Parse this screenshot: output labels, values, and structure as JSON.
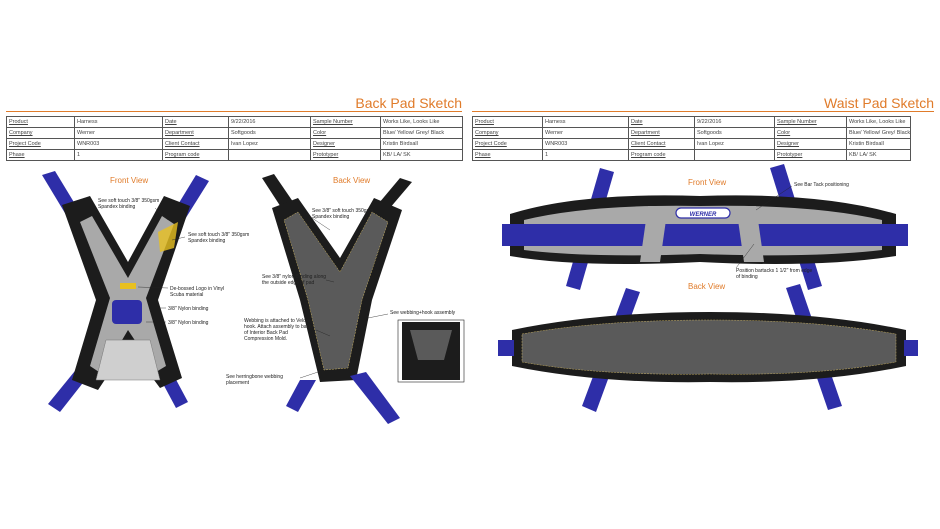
{
  "back_pad": {
    "title": "Back Pad Sketch",
    "rows": [
      [
        "Product",
        "Harness",
        "Date",
        "9/22/2016",
        "Sample Number",
        "Works Like, Looks Like"
      ],
      [
        "Company",
        "Werner",
        "Department",
        "Softgoods",
        "Color",
        "Blue/ Yellow/ Grey/ Black"
      ],
      [
        "Project Code",
        "WNR003",
        "Client Contact",
        "Ivan Lopez",
        "Designer",
        "Kristin Birdsall"
      ],
      [
        "Phase",
        "1",
        "Program code",
        "",
        "Prototyper",
        "KB/ LA/ SK"
      ]
    ],
    "front_view_label": "Front View",
    "back_view_label": "Back View",
    "notes": {
      "soft_touch_a": "See soft touch 3/8\" 350gsm Spandex binding",
      "soft_touch_b": "See soft touch 3/8\" 350gsm Spandex binding",
      "debossed_logo": "De-bossed Logo in Vinyl Scuba material",
      "nylon_a": "3/8\" Nylon binding",
      "nylon_b": "3/8\" Nylon binding",
      "soft_touch_back": "See 3/8\" soft touch 350gsm Spandex binding",
      "nylon_edge": "See 3/8\" nylon Binding along the outside edge of pad",
      "webbing_hook": "See webbing+hook assembly",
      "webbing_velcro": "Webbing is attached to Velcro hook. Attach assembly to back of Interior Back Pad Compression Mold.",
      "herringbone": "See herringbone webbing placement"
    }
  },
  "waist_pad": {
    "title": "Waist Pad Sketch",
    "rows": [
      [
        "Product",
        "Harness",
        "Date",
        "9/22/2016",
        "Sample Number",
        "Works Like, Looks Like"
      ],
      [
        "Company",
        "Werner",
        "Department",
        "Softgoods",
        "Color",
        "Blue/ Yellow/ Grey/ Black"
      ],
      [
        "Project Code",
        "WNR003",
        "Client Contact",
        "Ivan Lopez",
        "Designer",
        "Kristin Birdsall"
      ],
      [
        "Phase",
        "1",
        "Program code",
        "",
        "Prototyper",
        "KB/ LA/ SK"
      ]
    ],
    "front_view_label": "Front View",
    "back_view_label": "Back View",
    "brand_logo": "WERNER",
    "notes": {
      "bar_tack": "See Bar Tack positioning",
      "bartacks": "Position bartacks 1 1/2\" from edge of binding"
    }
  },
  "colors": {
    "accent": "#e07b2a",
    "strap_blue": "#2e2ea8",
    "pad_black": "#1c1c1c",
    "pad_grey": "#5a5a5a",
    "pad_light": "#a9a9a9",
    "logo_yellow": "#e8c020"
  }
}
